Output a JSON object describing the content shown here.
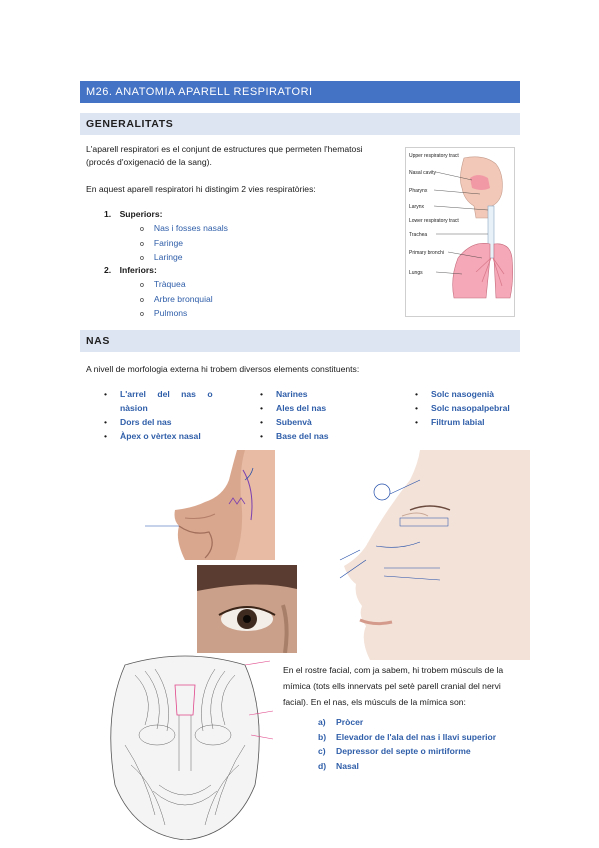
{
  "title": "M26. ANATOMIA APARELL RESPIRATORI",
  "sections": {
    "generalitats": "GENERALITATS",
    "nas": "NAS"
  },
  "intro": {
    "p1_line1": "L'aparell respiratori es el conjunt de estructures que permeten l'hematosi",
    "p1_line2": "(procés d'oxigenació de la sang).",
    "p2": "En aquest aparell respiratori hi distingim 2 vies respiratòries:"
  },
  "vies": [
    {
      "num": "1.",
      "label": "Superiors:",
      "items": [
        "Nas i fosses nasals",
        "Faringe",
        "Laringe"
      ]
    },
    {
      "num": "2.",
      "label": "Inferiors:",
      "items": [
        "Tràquea",
        "Arbre bronquial",
        "Pulmons"
      ]
    }
  ],
  "bullet_marker": "o",
  "respiratory_figure": {
    "labels": [
      "Upper respiratory tract",
      "Nasal cavity",
      "Pharynx",
      "Larynx",
      "Lower respiratory tract",
      "Trachea",
      "Primary bronchi",
      "Lungs"
    ]
  },
  "nas": {
    "intro": "A nivell de morfologia externa hi trobem diversos elements constituents:",
    "col1": [
      "L'arrel del nas o",
      "nàsion",
      "Dors del nas",
      "Àpex o vèrtex nasal"
    ],
    "col2": [
      "Narines",
      "Ales del nas",
      "Subenvà",
      "Base del nas"
    ],
    "col3": [
      "Solc nasogenià",
      "Solc nasopalpebral",
      "Filtrum labial"
    ],
    "bullet": "•"
  },
  "muscles": {
    "text_line1": "En el rostre facial, com ja sabem, hi trobem músculs de la",
    "text_line2": "mímica (tots ells innervats pel setè parell cranial del nervi",
    "text_line3": "facial). En el nas, els músculs de la mímica son:",
    "list": [
      {
        "letter": "a)",
        "label": "Pròcer"
      },
      {
        "letter": "b)",
        "label": "Elevador de l'ala del nas i llavi superior"
      },
      {
        "letter": "c)",
        "label": "Depressor del septe o mirtiforme"
      },
      {
        "letter": "d)",
        "label": "Nasal"
      }
    ]
  },
  "colors": {
    "banner": "#4472c4",
    "section": "#dde4f2",
    "link_blue": "#2f5ea9"
  }
}
